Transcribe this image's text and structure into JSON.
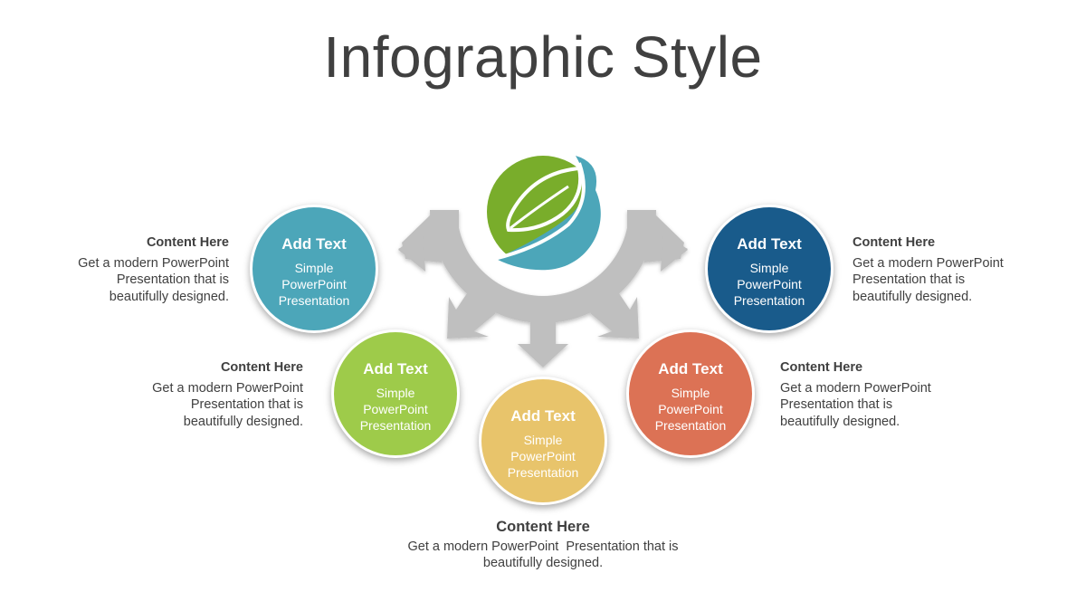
{
  "title": "Infographic Style",
  "logo": {
    "name": "leaf-logo",
    "colors": [
      "#79AD2B",
      "#4BA3B8"
    ]
  },
  "colors": {
    "gear": "#BFBFBF",
    "teal": "#4CA6B9",
    "green": "#9ECB4A",
    "yellow": "#E8C46B",
    "orange": "#DC7255",
    "navy": "#195B8B",
    "text": "#404040"
  },
  "items": [
    {
      "heading": "Add Text",
      "text": "Simple PowerPoint Presentation",
      "note_title": "Content Here",
      "note_text": "Get a modern PowerPoint Presentation that is beautifully designed."
    },
    {
      "heading": "Add Text",
      "text": "Simple PowerPoint Presentation",
      "note_title": "Content Here",
      "note_text": "Get a modern PowerPoint Presentation that is beautifully designed."
    },
    {
      "heading": "Add Text",
      "text": "Simple PowerPoint Presentation",
      "note_title": "Content  Here",
      "note_text": "Get a modern PowerPoint  Presentation that is beautifully designed."
    },
    {
      "heading": "Add Text",
      "text": "Simple PowerPoint Presentation",
      "note_title": "Content Here",
      "note_text": "Get a modern PowerPoint Presentation that is beautifully designed."
    },
    {
      "heading": "Add Text",
      "text": "Simple PowerPoint Presentation",
      "note_title": "Content Here",
      "note_text": "Get a modern PowerPoint Presentation that is beautifully designed."
    }
  ]
}
